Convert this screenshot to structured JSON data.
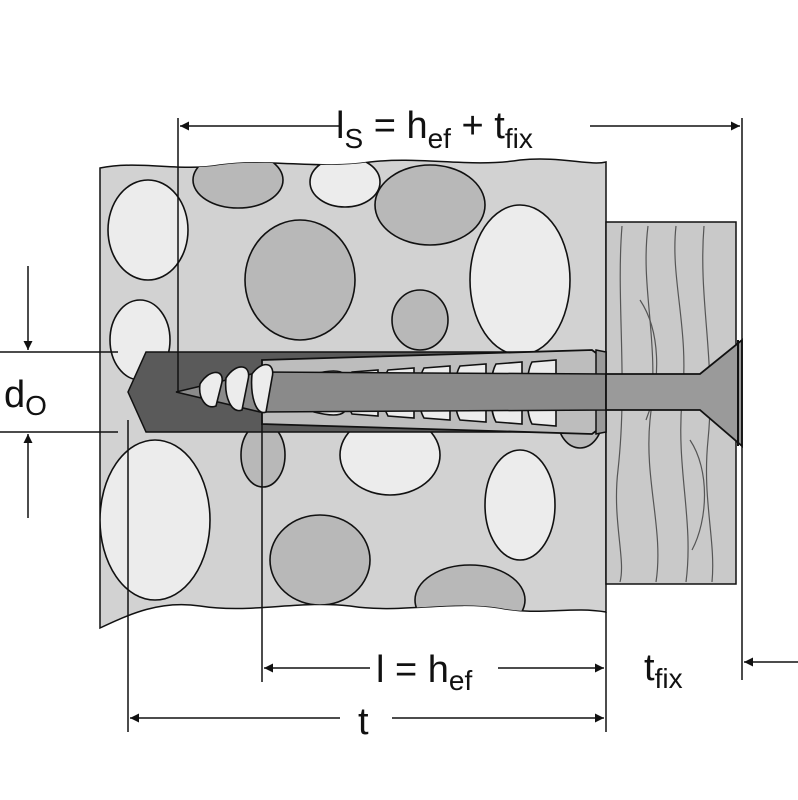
{
  "labels": {
    "ls": {
      "main": "l",
      "sub": "S",
      "eq": " = h",
      "sub2": "ef",
      "plus": " + t",
      "sub3": "fix"
    },
    "do": {
      "main": "d",
      "sub": "O"
    },
    "l": {
      "main": "l = h",
      "sub": "ef"
    },
    "tfix": {
      "main": "t",
      "sub": "fix"
    },
    "t": {
      "main": "t"
    }
  },
  "colors": {
    "concrete": "#d2d2d2",
    "aggregate_dark": "#b8b8b8",
    "aggregate_light": "#ececec",
    "wood": "#c9c9c9",
    "plug": "#bdbdbd",
    "screw": "#8a8a8a",
    "drill_hole": "#5a5a5a",
    "line": "#111111"
  }
}
